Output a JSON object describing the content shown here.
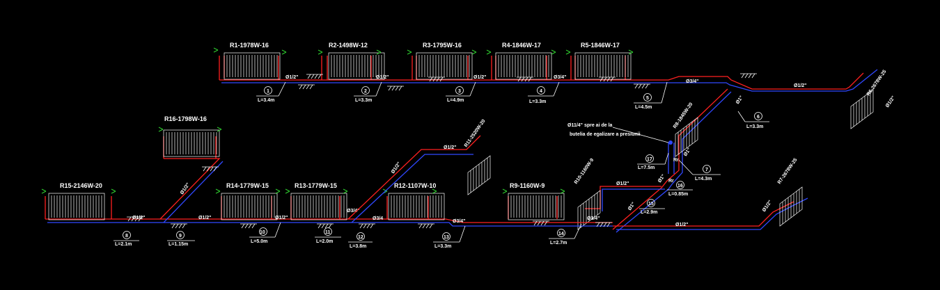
{
  "radiators": {
    "r1": "R1-1978W-16",
    "r2": "R2-1498W-12",
    "r3": "R3-1795W-16",
    "r4": "R4-1846W-17",
    "r5": "R5-1846W-17",
    "r6": "R6-2678W-25",
    "r7": "R7-2678W-25",
    "r8": "R8-1845W-20",
    "r9": "R9-1160W-9",
    "r10": "R10-1160W-9",
    "r11": "R11-2520W-20",
    "r12": "R12-1107W-10",
    "r13": "R13-1779W-15",
    "r14": "R14-1779W-15",
    "r15": "R15-2146W-20",
    "r16": "R16-1798W-16"
  },
  "segments": [
    {
      "num": "1",
      "len": "L=3.4m"
    },
    {
      "num": "2",
      "len": "L=3.3m"
    },
    {
      "num": "3",
      "len": "L=4.9m"
    },
    {
      "num": "4",
      "len": "L=3.3m"
    },
    {
      "num": "5",
      "len": "L=4.5m"
    },
    {
      "num": "6",
      "len": "L=3.3m"
    },
    {
      "num": "7",
      "len": "L=4.3m"
    },
    {
      "num": "8",
      "len": "L=2.1m"
    },
    {
      "num": "9",
      "len": "L=1.15m"
    },
    {
      "num": "10",
      "len": "L=5.0m"
    },
    {
      "num": "11",
      "len": "L=2.0m"
    },
    {
      "num": "12",
      "len": "L=3.8m"
    },
    {
      "num": "13",
      "len": "L=3.3m"
    },
    {
      "num": "14",
      "len": "L=2.7m"
    },
    {
      "num": "15",
      "len": "L=2.9m"
    },
    {
      "num": "16",
      "len": "L=0.85m"
    },
    {
      "num": "17",
      "len": "L=7.5m"
    }
  ],
  "diameters": {
    "d_half": "Ø1/2\"",
    "d_threequarter": "Ø3/4\"",
    "d_one": "Ø1\"",
    "d_34_plain": "Ø3/4"
  },
  "notes": {
    "riser_label": "Ø11/4\" spre ai de la",
    "riser_label2": "butelia de egalizare a presiunii",
    "rr1": "Rr",
    "rr2": "Rr"
  }
}
